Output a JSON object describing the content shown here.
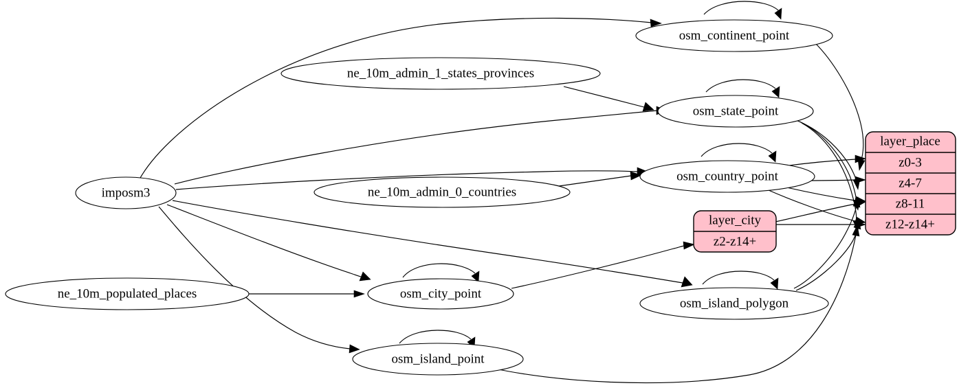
{
  "diagram": {
    "title": "osm place layer dependency graph",
    "background": "#ffffff",
    "accent_fill": "#ffc0cb",
    "line_color": "#000000"
  },
  "nodes": {
    "imposm3": {
      "label": "imposm3",
      "shape": "ellipse"
    },
    "ne_states": {
      "label": "ne_10m_admin_1_states_provinces",
      "shape": "ellipse"
    },
    "ne_countries": {
      "label": "ne_10m_admin_0_countries",
      "shape": "ellipse"
    },
    "ne_populated": {
      "label": "ne_10m_populated_places",
      "shape": "ellipse"
    },
    "osm_continent_point": {
      "label": "osm_continent_point",
      "shape": "ellipse"
    },
    "osm_state_point": {
      "label": "osm_state_point",
      "shape": "ellipse"
    },
    "osm_country_point": {
      "label": "osm_country_point",
      "shape": "ellipse"
    },
    "osm_city_point": {
      "label": "osm_city_point",
      "shape": "ellipse"
    },
    "osm_island_point": {
      "label": "osm_island_point",
      "shape": "ellipse"
    },
    "osm_island_polygon": {
      "label": "osm_island_polygon",
      "shape": "ellipse"
    }
  },
  "records": {
    "layer_city": {
      "title": "layer_city",
      "fill": "#ffc0cb",
      "rows": [
        {
          "label": "z2-z14+"
        }
      ]
    },
    "layer_place": {
      "title": "layer_place",
      "fill": "#ffc0cb",
      "rows": [
        {
          "label": "z0-3"
        },
        {
          "label": "z4-7"
        },
        {
          "label": "z8-11"
        },
        {
          "label": "z12-z14+"
        }
      ]
    }
  },
  "edges": [
    {
      "from": "imposm3",
      "to": "osm_continent_point"
    },
    {
      "from": "imposm3",
      "to": "osm_state_point"
    },
    {
      "from": "imposm3",
      "to": "osm_country_point"
    },
    {
      "from": "imposm3",
      "to": "osm_island_polygon"
    },
    {
      "from": "imposm3",
      "to": "osm_city_point"
    },
    {
      "from": "imposm3",
      "to": "osm_island_point"
    },
    {
      "from": "ne_states",
      "to": "osm_state_point"
    },
    {
      "from": "ne_countries",
      "to": "osm_country_point"
    },
    {
      "from": "ne_populated",
      "to": "osm_city_point"
    },
    {
      "from": "osm_continent_point",
      "to": "osm_continent_point"
    },
    {
      "from": "osm_state_point",
      "to": "osm_state_point"
    },
    {
      "from": "osm_country_point",
      "to": "osm_country_point"
    },
    {
      "from": "osm_city_point",
      "to": "osm_city_point"
    },
    {
      "from": "osm_island_point",
      "to": "osm_island_point"
    },
    {
      "from": "osm_island_polygon",
      "to": "osm_island_polygon"
    },
    {
      "from": "osm_continent_point",
      "to": "layer_place.z0-3"
    },
    {
      "from": "osm_state_point",
      "to": "layer_place.z4-7"
    },
    {
      "from": "osm_state_point",
      "to": "layer_place.z8-11"
    },
    {
      "from": "osm_state_point",
      "to": "layer_place.z12-z14+"
    },
    {
      "from": "osm_country_point",
      "to": "layer_place.z0-3"
    },
    {
      "from": "osm_country_point",
      "to": "layer_place.z4-7"
    },
    {
      "from": "osm_country_point",
      "to": "layer_place.z8-11"
    },
    {
      "from": "osm_country_point",
      "to": "layer_place.z12-z14+"
    },
    {
      "from": "osm_city_point",
      "to": "layer_city.z2-z14+"
    },
    {
      "from": "layer_city",
      "to": "layer_place.z8-11"
    },
    {
      "from": "layer_city",
      "to": "layer_place.z12-z14+"
    },
    {
      "from": "osm_island_polygon",
      "to": "layer_place.z8-11"
    },
    {
      "from": "osm_island_polygon",
      "to": "layer_place.z12-z14+"
    },
    {
      "from": "osm_island_point",
      "to": "layer_place.z12-z14+"
    }
  ]
}
